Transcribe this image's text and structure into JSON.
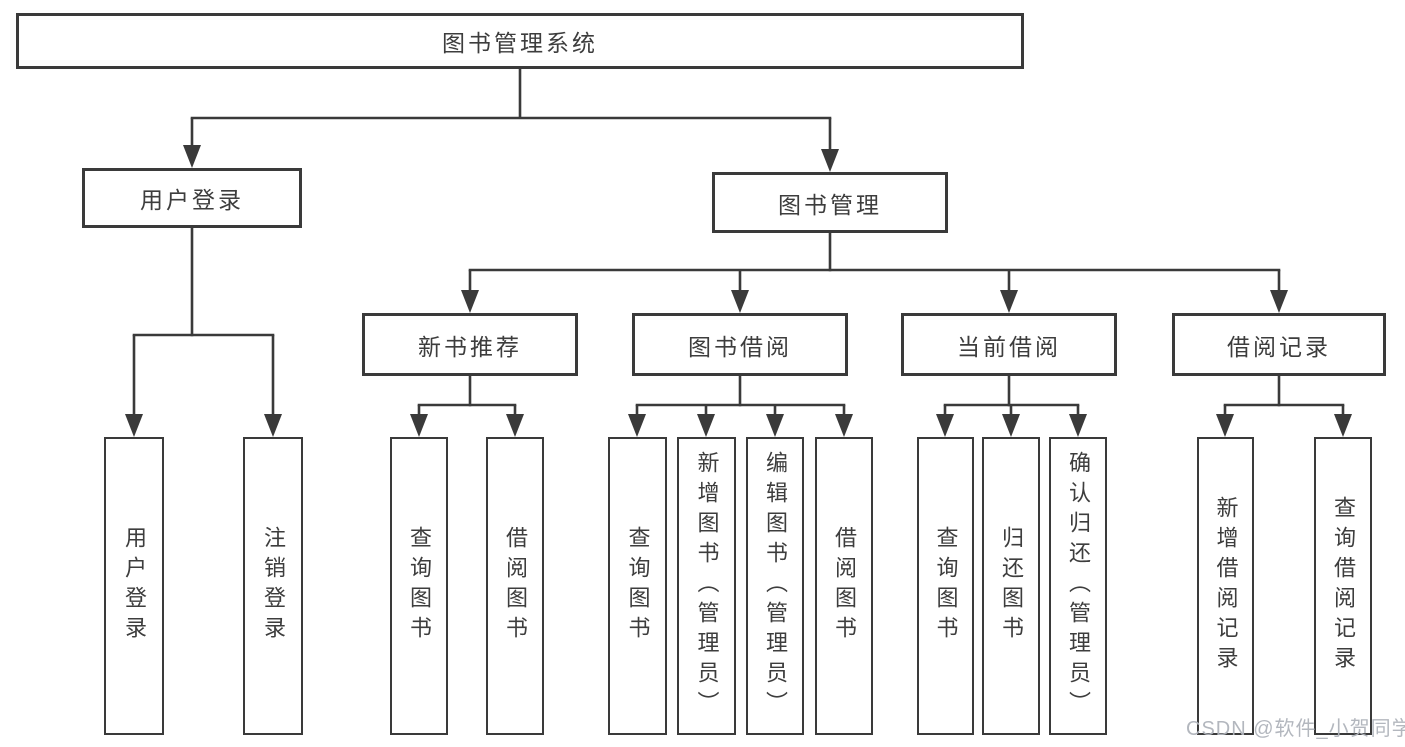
{
  "tree": {
    "root": "图书管理系统",
    "branches": [
      {
        "label": "用户登录",
        "children": [
          {
            "label": "用户登录"
          },
          {
            "label": "注销登录"
          }
        ]
      },
      {
        "label": "图书管理",
        "children": [
          {
            "label": "新书推荐",
            "children": [
              {
                "label": "查询图书"
              },
              {
                "label": "借阅图书"
              }
            ]
          },
          {
            "label": "图书借阅",
            "children": [
              {
                "label": "查询图书"
              },
              {
                "label": "新增图书（管理员）"
              },
              {
                "label": "编辑图书（管理员）"
              },
              {
                "label": "借阅图书"
              }
            ]
          },
          {
            "label": "当前借阅",
            "children": [
              {
                "label": "查询图书"
              },
              {
                "label": "归还图书"
              },
              {
                "label": "确认归还（管理员）"
              }
            ]
          },
          {
            "label": "借阅记录",
            "children": [
              {
                "label": "新增借阅记录"
              },
              {
                "label": "查询借阅记录"
              }
            ]
          }
        ]
      }
    ]
  },
  "watermark": "CSDN @软件_小贺同学",
  "colors": {
    "line": "#3a3a3a",
    "text": "#3d3d3d",
    "background": "#ffffff",
    "watermark": "#afb3ba"
  }
}
